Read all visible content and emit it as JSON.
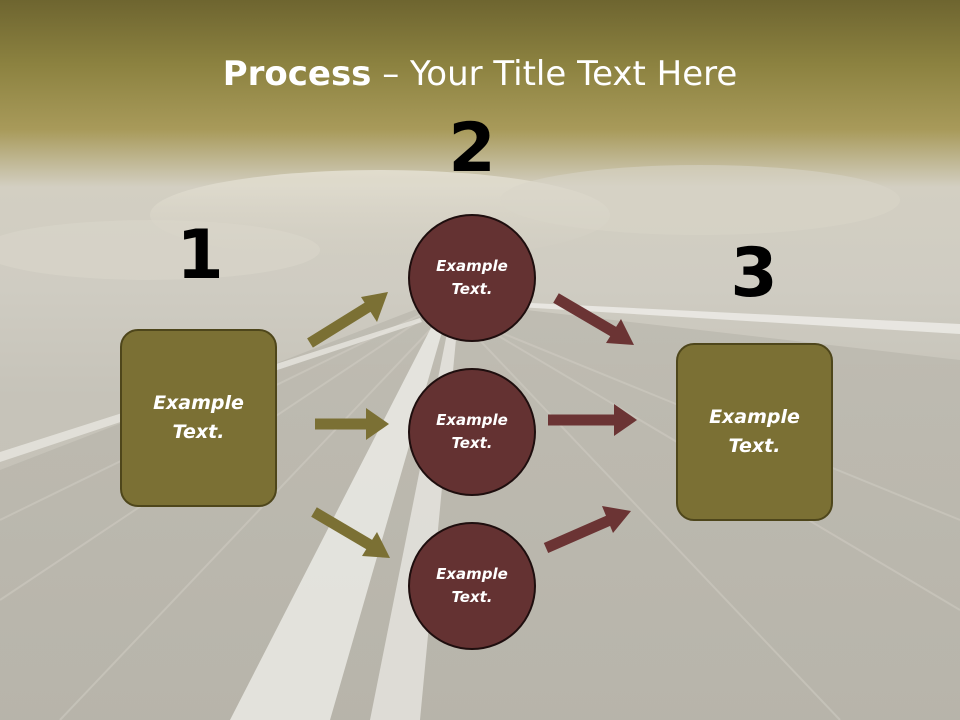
{
  "title": {
    "bold": "Process",
    "rest": " – Your Title Text Here"
  },
  "steps": {
    "step1": "1",
    "step2": "2",
    "step3": "3"
  },
  "nodes": {
    "left_box": "Example Text.",
    "top_circle": "Example Text.",
    "middle_circle": "Example Text.",
    "bottom_circle": "Example Text.",
    "right_box": "Example Text."
  },
  "colors": {
    "box_fill": "#7b7034",
    "circle_fill": "#643232",
    "olive_arrow": "#7b7034",
    "maroon_arrow": "#6b3434",
    "title_text": "#ffffff"
  }
}
